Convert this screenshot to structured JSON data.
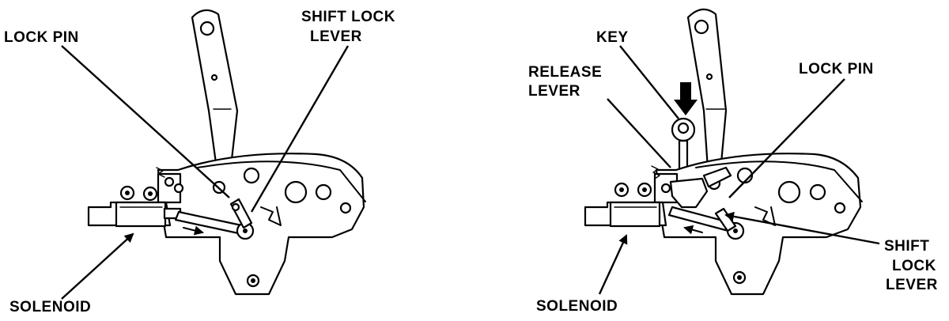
{
  "labels": {
    "left": {
      "lock_pin": "LOCK PIN",
      "shift_lock_lever_1": "SHIFT LOCK",
      "shift_lock_lever_2": "LEVER",
      "solenoid": "SOLENOID"
    },
    "right": {
      "key": "KEY",
      "release_lever_1": "RELEASE",
      "release_lever_2": "LEVER",
      "lock_pin": "LOCK PIN",
      "shift_1": "SHIFT",
      "shift_2": "LOCK",
      "shift_3": "LEVER",
      "solenoid": "SOLENOID"
    }
  }
}
